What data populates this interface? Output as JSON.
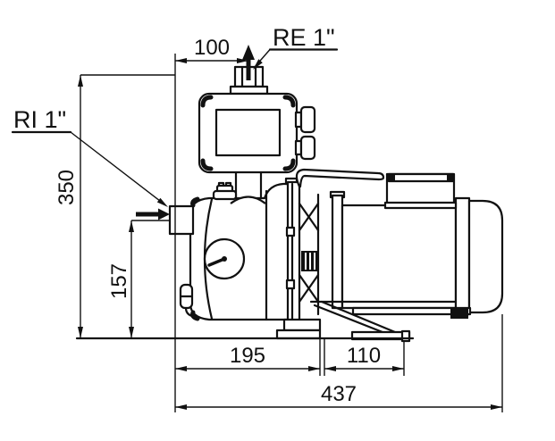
{
  "drawing": {
    "type": "technical dimensional drawing",
    "subject": "booster pump with pressure controller, side view",
    "background": "#ffffff",
    "line_color": "#111111",
    "ports": {
      "outlet_label": "RE 1\"",
      "inlet_label": "RI 1\""
    },
    "dimensions": {
      "outlet_offset_top": "100",
      "overall_height": "350",
      "inlet_centerline_height": "157",
      "pump_body_length": "195",
      "support_spacing": "110",
      "overall_length": "437"
    }
  }
}
